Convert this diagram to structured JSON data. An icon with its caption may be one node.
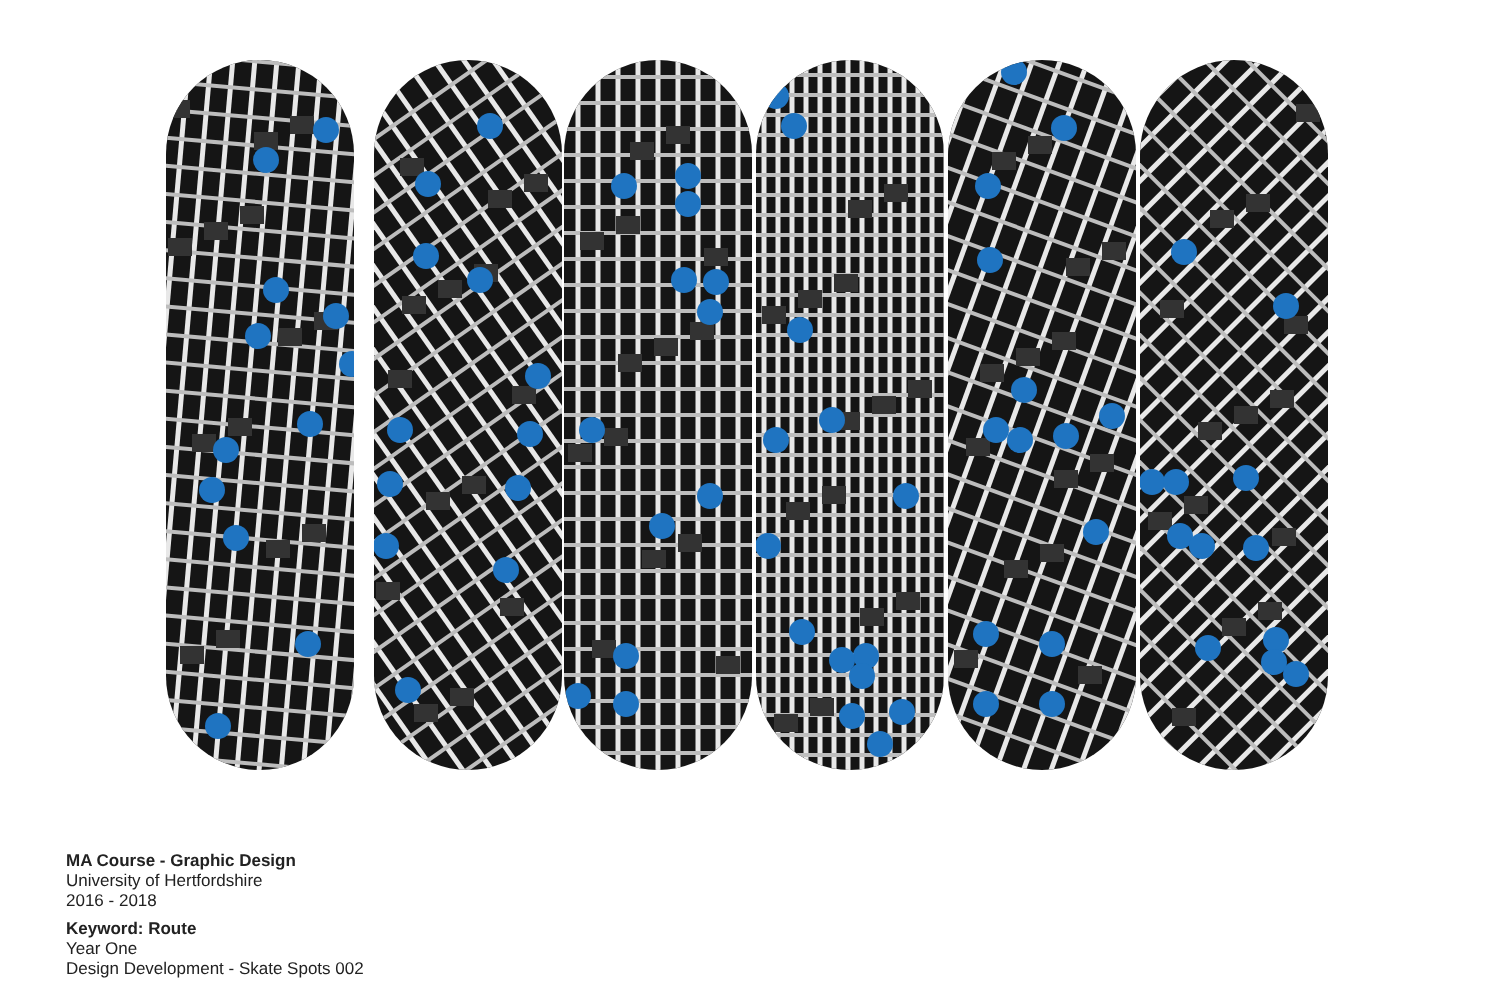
{
  "diagram": {
    "labels": [
      "MA Course - Graphic Design",
      "University of Hertfordshire",
      "2016 - 2018",
      "Keyword: Route",
      "Year One",
      "Design Development - Skate Spots 002"
    ]
  }
}
